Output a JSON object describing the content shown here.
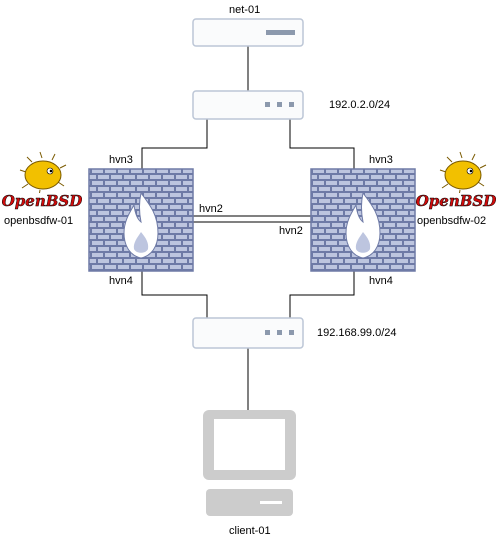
{
  "nodes": {
    "net": "net-01",
    "switch_top": "192.0.2.0/24",
    "switch_bottom": "192.168.99.0/24",
    "fw_left": "openbsdfw-01",
    "fw_right": "openbsdfw-02",
    "client": "client-01",
    "logo_text": "OpenBSD"
  },
  "interfaces": {
    "left_top": "hvn3",
    "left_mid": "hvn2",
    "left_bottom": "hvn4",
    "right_top": "hvn3",
    "right_mid": "hvn2",
    "right_bottom": "hvn4"
  },
  "colors": {
    "device_fill": "#fafbfc",
    "device_stroke": "#bcc6d6",
    "port": "#8c99ad",
    "brick_fill": "#bdc5df",
    "brick_stroke": "#6e7aa6",
    "flame": "#ffffff",
    "monitor": "#cccccc",
    "logo_red": "#d10b0b",
    "puffy_yellow": "#f2c000"
  }
}
